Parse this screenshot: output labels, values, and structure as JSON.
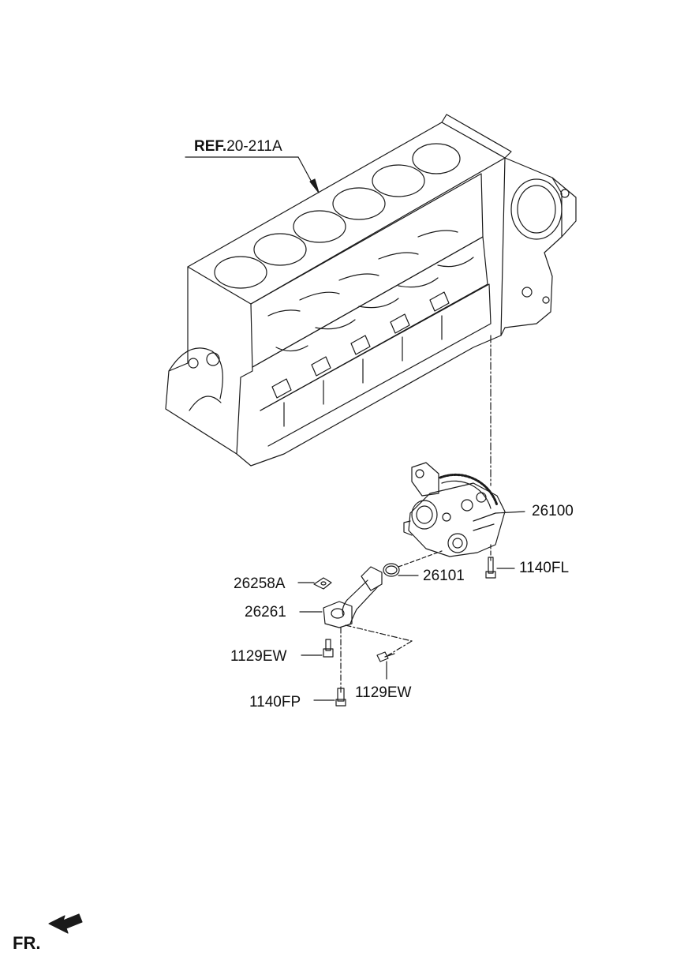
{
  "reference": {
    "prefix": "REF.",
    "number": "20-211A"
  },
  "parts": [
    {
      "id": "oil-pump-assembly",
      "number": "26100"
    },
    {
      "id": "o-ring",
      "number": "26101"
    },
    {
      "id": "pump-bolt",
      "number": "1140FL"
    },
    {
      "id": "gasket",
      "number": "26258A"
    },
    {
      "id": "oil-strainer-pipe",
      "number": "26261"
    },
    {
      "id": "bolt-left",
      "number": "1129EW"
    },
    {
      "id": "bolt-right",
      "number": "1129EW"
    },
    {
      "id": "stud-bolt",
      "number": "1140FP"
    }
  ],
  "front_indicator": "FR.",
  "colors": {
    "line": "#1a1a1a",
    "text": "#111111",
    "background": "#ffffff"
  }
}
